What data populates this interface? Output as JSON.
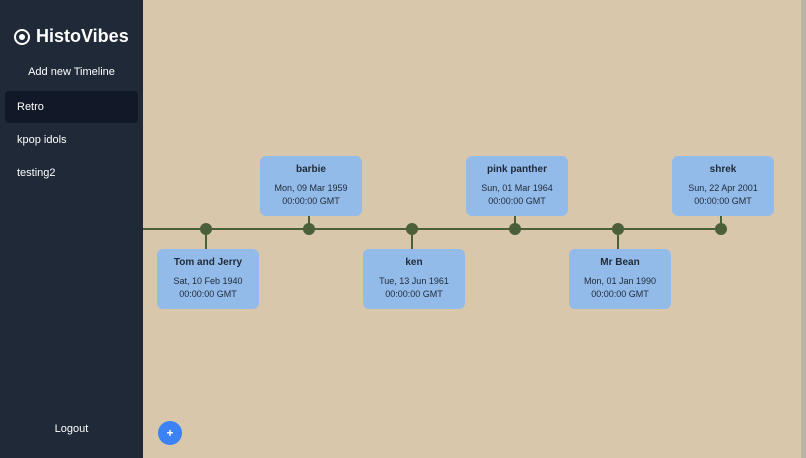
{
  "app": {
    "brand": "HistoVibes",
    "icon": "target-logo-icon"
  },
  "sidebar": {
    "add_label": "Add new Timeline",
    "items": [
      {
        "label": "Retro",
        "active": true
      },
      {
        "label": "kpop idols",
        "active": false
      },
      {
        "label": "testing2",
        "active": false
      }
    ],
    "logout_label": "Logout"
  },
  "timeline": {
    "events": [
      {
        "title": "Tom and Jerry",
        "date": "Sat, 10 Feb 1940",
        "time": "00:00:00 GMT"
      },
      {
        "title": "barbie",
        "date": "Mon, 09 Mar 1959",
        "time": "00:00:00 GMT"
      },
      {
        "title": "ken",
        "date": "Tue, 13 Jun 1961",
        "time": "00:00:00 GMT"
      },
      {
        "title": "pink panther",
        "date": "Sun, 01 Mar 1964",
        "time": "00:00:00 GMT"
      },
      {
        "title": "Mr Bean",
        "date": "Mon, 01 Jan 1990",
        "time": "00:00:00 GMT"
      },
      {
        "title": "shrek",
        "date": "Sun, 22 Apr 2001",
        "time": "00:00:00 GMT"
      }
    ]
  },
  "fab": {
    "label": "+"
  },
  "colors": {
    "sidebar_bg": "#1f2937",
    "active_item_bg": "#111827",
    "canvas_bg": "#d8c7ab",
    "line": "#4b5f3b",
    "card": "#93bbe9",
    "fab": "#3b82f6"
  }
}
